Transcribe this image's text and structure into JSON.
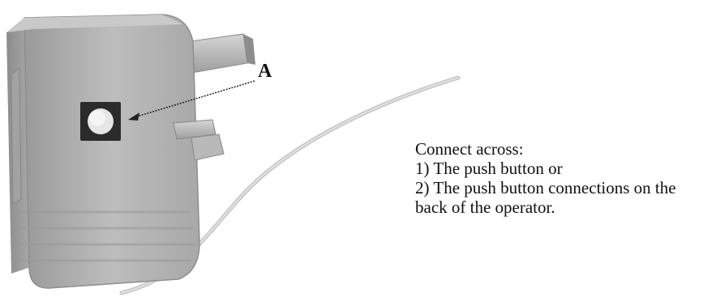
{
  "figure": {
    "callout_label": "A",
    "device": "plug-in-transformer-with-push-button",
    "colors": {
      "body": "#b5b5b5",
      "body_shadow": "#8a8a8a",
      "cable": "#c9c9c9",
      "button": "#e6e6e6",
      "button_frame": "#2a2a2a"
    }
  },
  "instructions": {
    "heading": "Connect across:",
    "steps": [
      "1) The push button or",
      "2) The push button connections on the",
      "back of the operator."
    ]
  }
}
